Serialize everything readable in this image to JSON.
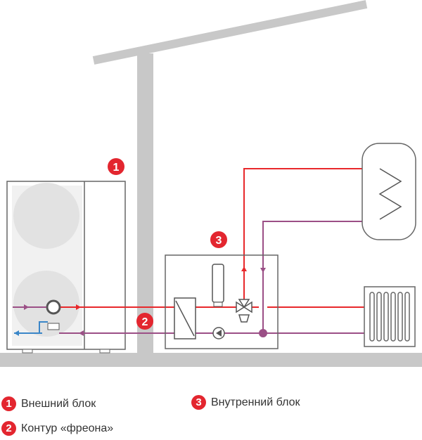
{
  "colors": {
    "supply": "#e8282b",
    "return": "#9b4f86",
    "structure": "#c8c8c8",
    "outline": "#666666",
    "badge": "#e3262f"
  },
  "badges": {
    "b1": "1",
    "b2": "2",
    "b3": "3"
  },
  "legend": [
    {
      "num": "1",
      "label": "Внешний блок"
    },
    {
      "num": "2",
      "label": "Контур «фреона»"
    },
    {
      "num": "3",
      "label": "Внутренний блок"
    }
  ]
}
